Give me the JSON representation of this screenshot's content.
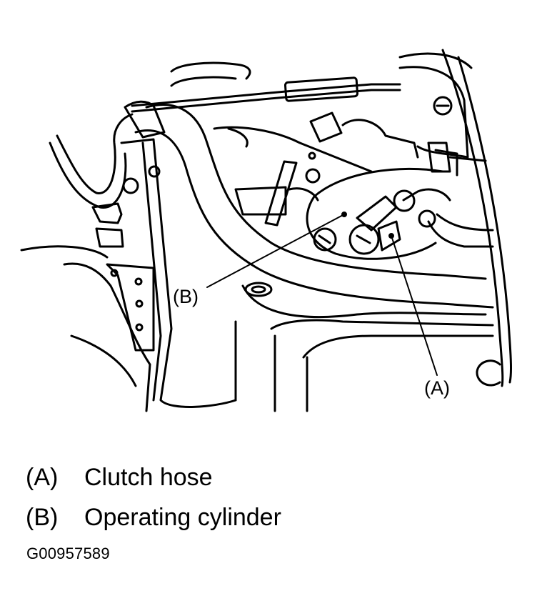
{
  "callouts": {
    "a": "(A)",
    "b": "(B)"
  },
  "legend": [
    {
      "key": "(A)",
      "text": "Clutch hose"
    },
    {
      "key": "(B)",
      "text": "Operating cylinder"
    }
  ],
  "figure_id": "G00957589",
  "colors": {
    "line": "#000000",
    "background": "#ffffff"
  }
}
